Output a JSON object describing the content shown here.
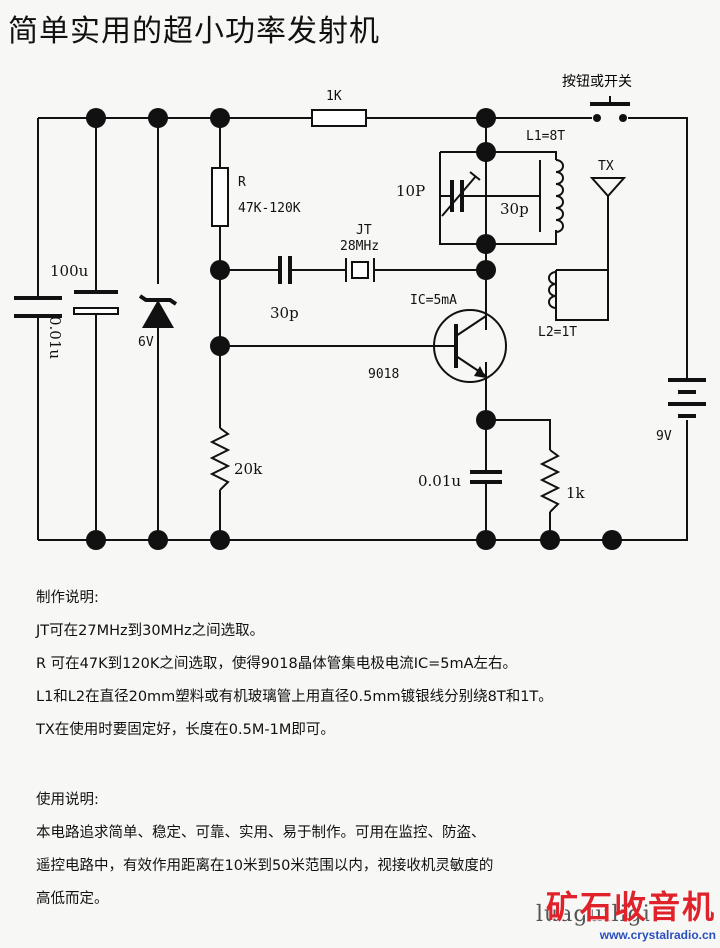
{
  "title": "简单实用的超小功率发射机",
  "circuit": {
    "r_series": "1K",
    "r_bias_name": "R",
    "r_bias_value": "47K-120K",
    "cap_0_01u": "0.01u",
    "cap_100u": "100u",
    "zener": "6V",
    "crystal_name": "JT",
    "crystal_freq": "28MHz",
    "cap_30p_coupling": "30p",
    "ic_current": "IC=5mA",
    "transistor": "9018",
    "switch_label": "按钮或开关",
    "l1": "L1=8T",
    "trim_cap_min": "10P",
    "trim_cap_max": "30p",
    "antenna": "TX",
    "l2": "L2=1T",
    "battery": "9V",
    "r_base": "20k",
    "emitter_cap": "0.01u",
    "emitter_res": "1k"
  },
  "notes_make": {
    "heading": "制作说明:",
    "lines": [
      "JT可在27MHz到30MHz之间选取。",
      "R 可在47K到120K之间选取，使得9018晶体管集电极电流IC=5mA左右。",
      "L1和L2在直径20mm塑料或有机玻璃管上用直径0.5mm镀银线分别绕8T和1T。",
      "TX在使用时要固定好，长度在0.5M-1M即可。"
    ]
  },
  "notes_use": {
    "heading": "使用说明:",
    "lines": [
      "本电路追求简单、稳定、可靠、实用、易于制作。可用在监控、防盗、",
      "遥控电路中，有效作用距离在10米到50米范围以内，视接收机灵敏度的",
      "高低而定。"
    ]
  },
  "logo": {
    "name": "矿石收音机",
    "url": "www.crystalradio.cn"
  },
  "watermark": "luaguiligi"
}
